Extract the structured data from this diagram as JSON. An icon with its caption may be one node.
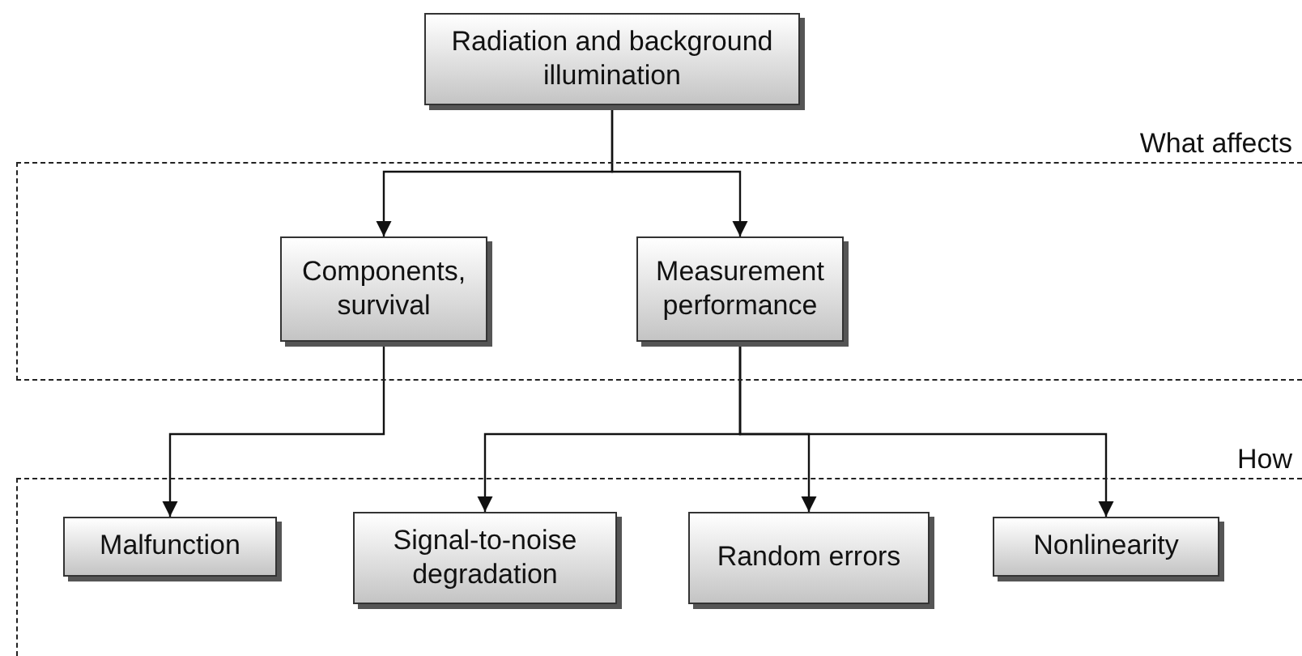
{
  "diagram": {
    "nodes": [
      {
        "text": [
          "Radiation and background illumination"
        ]
      },
      {
        "text": [
          "What affects"
        ]
      },
      {
        "text": [
          "Components, survival"
        ],
        "in": 1
      },
      {
        "text": [
          "Measurement performance"
        ],
        "in": 1
      },
      {
        "text": [
          "How"
        ]
      },
      {
        "text": [
          "Malfunction"
        ],
        "in": 4
      },
      {
        "text": [
          "Signal-to-noise degradation"
        ],
        "in": 4
      },
      {
        "text": [
          "Random errors"
        ],
        "in": 4
      },
      {
        "text": [
          "Nonlinearity"
        ],
        "in": 4
      }
    ],
    "edges": [
      {
        "from": 0,
        "to": 2,
        "arrow": "to"
      },
      {
        "from": 0,
        "to": 3,
        "arrow": "to"
      },
      {
        "from": 2,
        "to": 5,
        "arrow": "to"
      },
      {
        "from": 3,
        "to": 6,
        "arrow": "to"
      },
      {
        "from": 3,
        "to": 7,
        "arrow": "to"
      },
      {
        "from": 3,
        "to": 8,
        "arrow": "to"
      }
    ]
  }
}
